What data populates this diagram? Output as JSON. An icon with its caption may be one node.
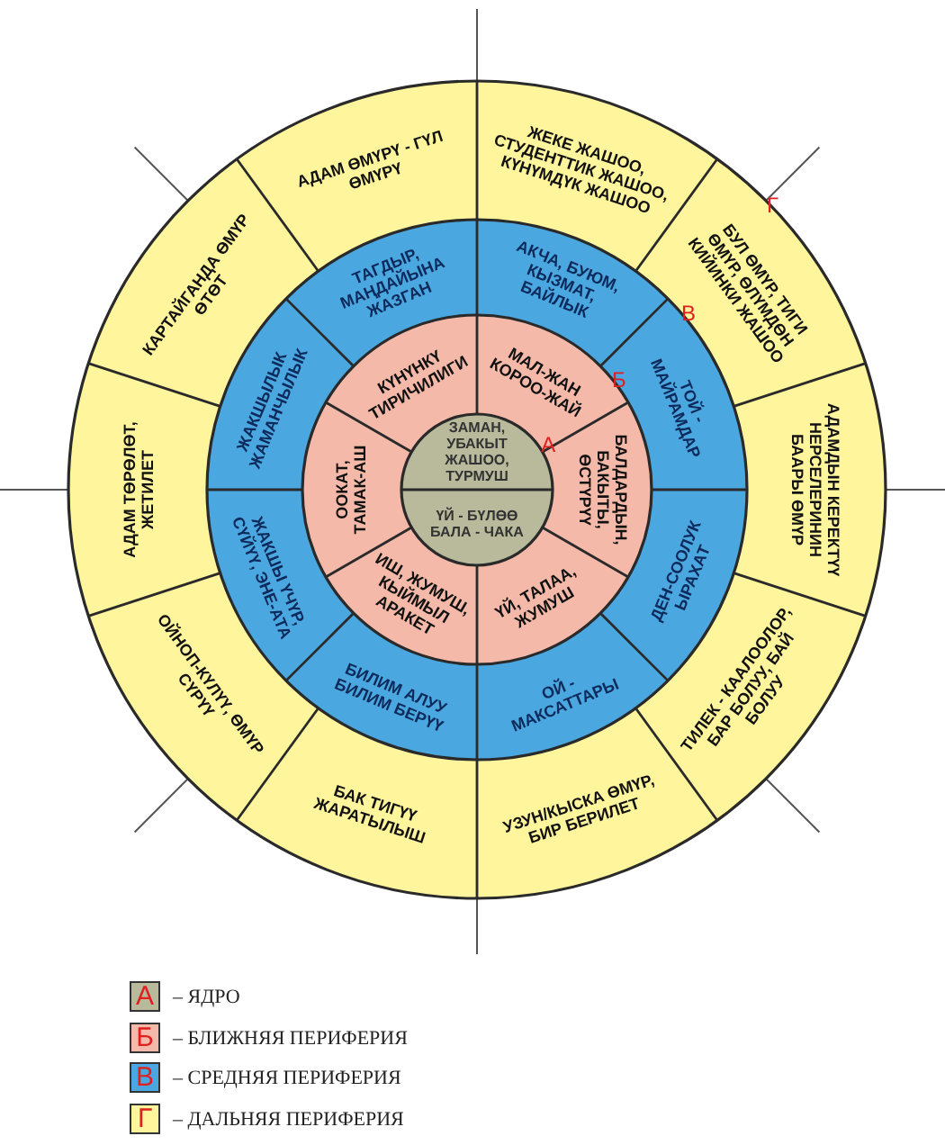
{
  "diagram": {
    "nodes": [
      {
        "text": [
          "ЗАМАН, УБАКЫТ ЖАШОО, ТУРМУШ"
        ]
      },
      {
        "text": [
          "ҮЙ - БҮЛӨӨ БАЛА - ЧАКА"
        ]
      },
      {
        "text": [
          "КҮНҮНКҮ ТИРИЧИЛИГИ"
        ]
      },
      {
        "text": [
          "МАЛ-ЖАН КОРОО-ЖАЙ"
        ]
      },
      {
        "text": [
          "БАЛДАРДЫН, БАКЫТЫ, ӨСТҮРҮҮ"
        ]
      },
      {
        "text": [
          "ҮЙ, ТАЛАА, ЖУМУШ"
        ]
      },
      {
        "text": [
          "ИШ, ЖУМУШ, КЫЙМЫЛ АРАКЕТ"
        ]
      },
      {
        "text": [
          "ООКАТ, ТАМАК-АШ"
        ]
      },
      {
        "text": [
          "ТАГДЫР, МАҢДАЙЫНА ЖАЗГАН"
        ]
      },
      {
        "text": [
          "АКЧА, БУЮМ, КЫЗМАТ, БАЙЛЫК"
        ]
      },
      {
        "text": [
          "ТОЙ - МАЙРАМДАР"
        ]
      },
      {
        "text": [
          "ДЕН-СООЛУК ЫРАХАТ"
        ]
      },
      {
        "text": [
          "ОЙ - МАКСАТТАРЫ"
        ]
      },
      {
        "text": [
          "БИЛИМ АЛУУ БИЛИМ БЕРҮҮ"
        ]
      },
      {
        "text": [
          "ЖАКШЫ ҮЧҮР, СҮЙҮҮ, ЭНЕ-АТА"
        ]
      },
      {
        "text": [
          "ЖАКШЫЛЫК ЖАМАНЧЫЛЫК"
        ]
      },
      {
        "text": [
          "АДАМ ӨМҮРҮ - ГҮЛ ӨМҮРҮ"
        ]
      },
      {
        "text": [
          "ЖЕКЕ ЖАШОО, СТУДЕНТТИК ЖАШОО, КҮНҮМДҮК ЖАШОО"
        ]
      },
      {
        "text": [
          "БУЛ ӨМҮР, ТИГИ ӨМҮР, ӨЛҮМДӨН КИЙИНКИ ЖАШОО"
        ]
      },
      {
        "text": [
          "АДАМДЫН КЕРЕКТҮҮ НЕРСЕЛЕРИНИН БААРЫ ӨМҮР"
        ]
      },
      {
        "text": [
          "ТИЛЕК - КААЛООЛОР, БАР БОЛУУ, БАЙ БОЛУУ"
        ]
      },
      {
        "text": [
          "УЗУН/КЫСКА ӨМҮР, БИР БЕРИЛЕТ"
        ]
      },
      {
        "text": [
          "БАК ТИГҮҮ ЖАРАТЫЛЫШ"
        ]
      },
      {
        "text": [
          "ОЙНОП-КҮЛҮҮ, ӨМҮР СҮРҮҮ"
        ]
      },
      {
        "text": [
          "АДАМ ТӨРӨЛӨТ, ЖЕТИЛЕТ"
        ]
      },
      {
        "text": [
          "КАРТАЙГАНДА ӨМҮР ӨТӨТ"
        ]
      }
    ],
    "labels": [
      "А",
      "Б",
      "В",
      "Г",
      "А",
      "Б",
      "В",
      "Г"
    ],
    "legend": [
      {
        "text": "– ЯДРО",
        "color": "#b9b99c"
      },
      {
        "text": "– БЛИЖНЯЯ ПЕРИФЕРИЯ",
        "color": "#f4b9a8"
      },
      {
        "text": "– СРЕДНЯЯ ПЕРИФЕРИЯ",
        "color": "#4aa7e0"
      },
      {
        "text": "– ДАЛЬНЯЯ ПЕРИФЕРИЯ",
        "color": "#fff59c"
      }
    ]
  }
}
